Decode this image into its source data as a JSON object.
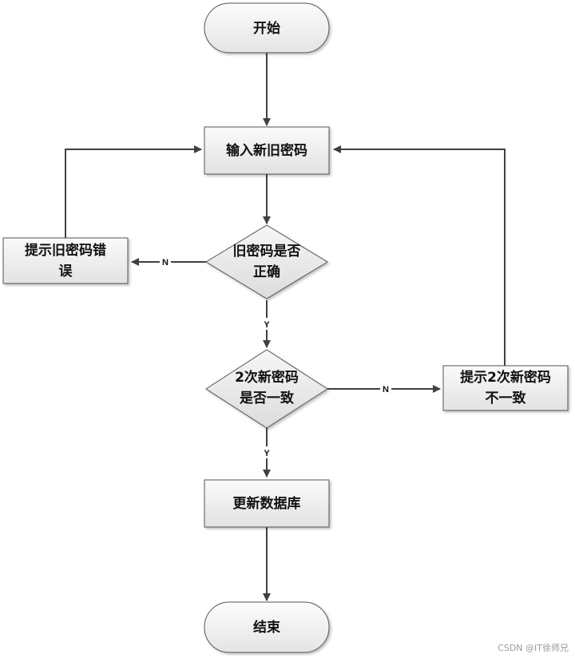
{
  "nodes": {
    "start": "开始",
    "input": "输入新旧密码",
    "check_old_line1": "旧密码是否",
    "check_old_line2": "正确",
    "old_error_line1": "提示旧密码错",
    "old_error_line2": "误",
    "check_new_line1": "2次新密码",
    "check_new_line2": "是否一致",
    "new_error_line1": "提示2次新密码",
    "new_error_line2": "不一致",
    "update": "更新数据库",
    "end": "结束"
  },
  "edge_labels": {
    "old_no": "N",
    "old_yes": "Y",
    "new_no": "N",
    "new_yes": "Y"
  },
  "watermark": "CSDN @IT徐师兄",
  "colors": {
    "start_end_fill": "#f1f1f1",
    "process_fill": "#f1f1f1",
    "decision_fill": "#eeeeee",
    "stroke": "#555555",
    "arrow": "#404040"
  }
}
